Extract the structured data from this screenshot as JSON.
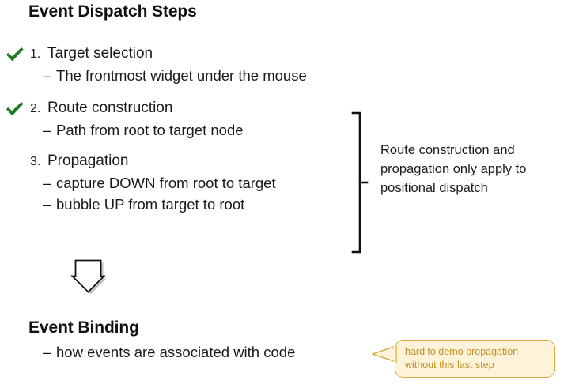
{
  "slide": {
    "background_color": "#ffffff",
    "text_color": "#1a1a1a",
    "title_top": "Event Dispatch Steps",
    "title_bottom": "Event Binding"
  },
  "steps": [
    {
      "number": "1.",
      "title": "Target selection",
      "checked": true,
      "check_color": "#1e7b1e",
      "subitems": [
        {
          "dash": "–",
          "text": "The frontmost widget under the mouse"
        }
      ]
    },
    {
      "number": "2.",
      "title": "Route construction",
      "checked": true,
      "check_color": "#1e7b1e",
      "subitems": [
        {
          "dash": "–",
          "text": "Path from root to target node"
        }
      ]
    },
    {
      "number": "3.",
      "title": "Propagation",
      "checked": false,
      "check_color": "#1e7b1e",
      "subitems": [
        {
          "dash": "–",
          "text": "capture DOWN from root to target"
        },
        {
          "dash": "–",
          "text": "bubble UP from target to root"
        }
      ]
    }
  ],
  "bracket": {
    "icon": "square-bracket-right",
    "stroke_color": "#111111",
    "note": "Route construction and propagation only apply to positional dispatch"
  },
  "arrow": {
    "icon": "down-arrow-outline",
    "fill": "#ffffff",
    "stroke": "#111111"
  },
  "binding": {
    "dash": "–",
    "text": "how events are associated with code"
  },
  "callout": {
    "text": "hard to demo propagation\nwithout this last step",
    "background": "#fdf3d8",
    "border_color": "#d8a93c",
    "text_color": "#c28f22",
    "tail_direction": "left"
  }
}
